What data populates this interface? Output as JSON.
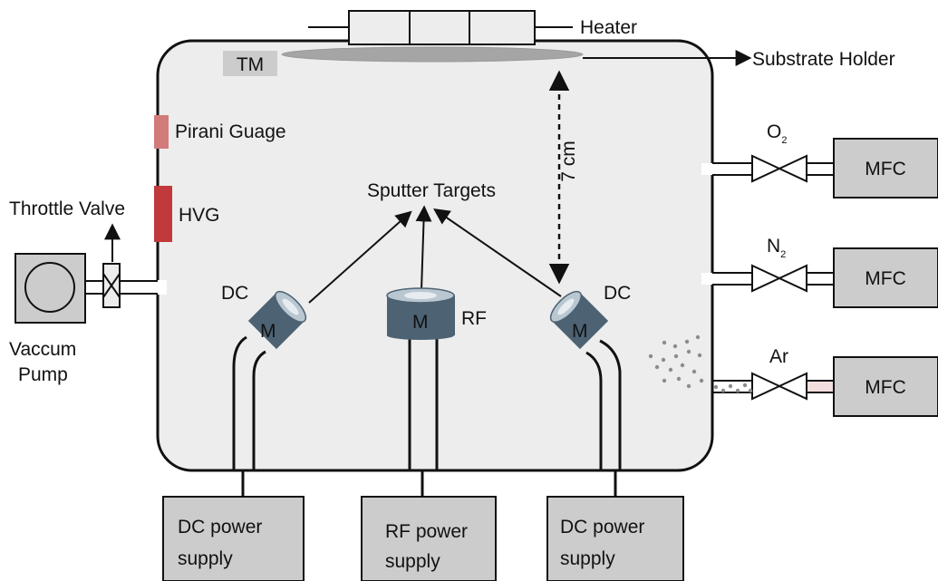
{
  "labels": {
    "heater": "Heater",
    "tm": "TM",
    "substrate_holder": "Substrate Holder",
    "pirani": "Pirani Guage",
    "hvg": "HVG",
    "throttle_valve": "Throttle Valve",
    "vacuum_pump_line1": "Vaccum",
    "vacuum_pump_line2": "Pump",
    "sputter_targets": "Sputter Targets",
    "distance": "7 cm",
    "dc_left": "DC",
    "dc_right": "DC",
    "rf": "RF",
    "magnetron": "M",
    "gas_o2_main": "O",
    "gas_o2_sub": "2",
    "gas_n2_main": "N",
    "gas_n2_sub": "2",
    "gas_ar": "Ar",
    "mfc": "MFC",
    "power_dc_left_l1": "DC power",
    "power_dc_left_l2": "supply",
    "power_rf_l1": "RF power",
    "power_rf_l2": "supply",
    "power_dc_right_l1": "DC power",
    "power_dc_right_l2": "supply"
  },
  "colors": {
    "chamber_fill": "#ededed",
    "component_gray": "#cccccc",
    "magnetron": "#4d6273",
    "magnetron_light": "#b9c7d1",
    "pirani": "#d27b7b",
    "hvg": "#c0393b",
    "substrate": "#a5a5a5",
    "gas_dots": "#8c8c8c"
  }
}
